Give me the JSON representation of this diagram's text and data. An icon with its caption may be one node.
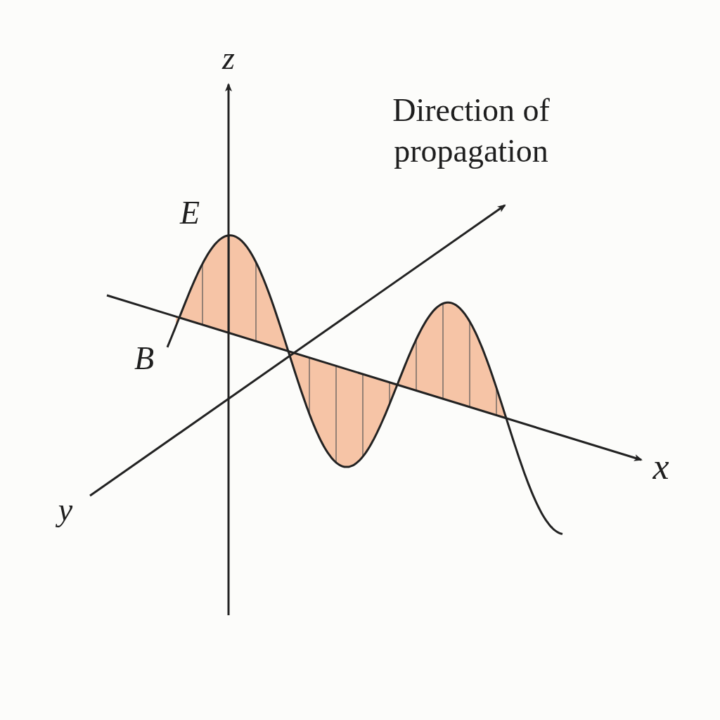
{
  "diagram": {
    "labels": [
      "z",
      "Direction of propagation",
      "E",
      "B",
      "x",
      "y"
    ]
  }
}
